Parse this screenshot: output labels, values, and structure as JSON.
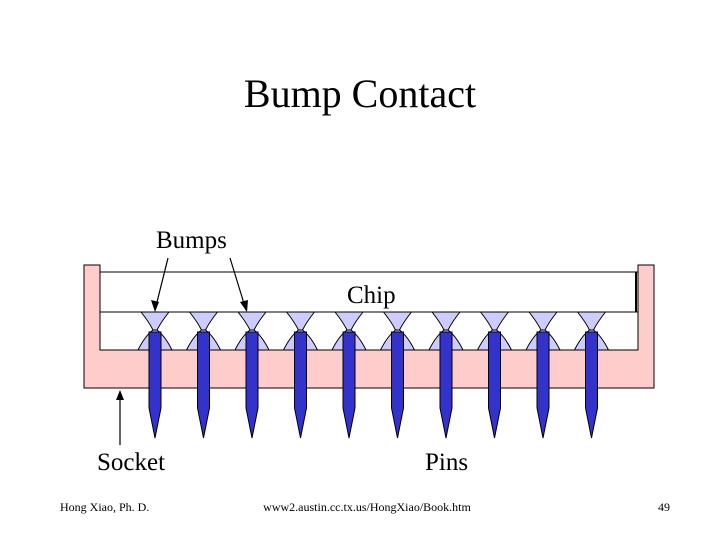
{
  "title": "Bump Contact",
  "labels": {
    "bumps": "Bumps",
    "chip": "Chip",
    "socket": "Socket",
    "pins": "Pins"
  },
  "footer": {
    "author": "Hong Xiao, Ph. D.",
    "url": "www2.austin.cc.tx.us/HongXiao/Book.htm",
    "page": "49"
  },
  "colors": {
    "socket_fill": "#ffcccc",
    "chip_fill": "#ffffff",
    "bump_fill": "#ccccff",
    "pin_fill": "#3333cc",
    "outline": "#000000"
  },
  "bump_count": 10
}
